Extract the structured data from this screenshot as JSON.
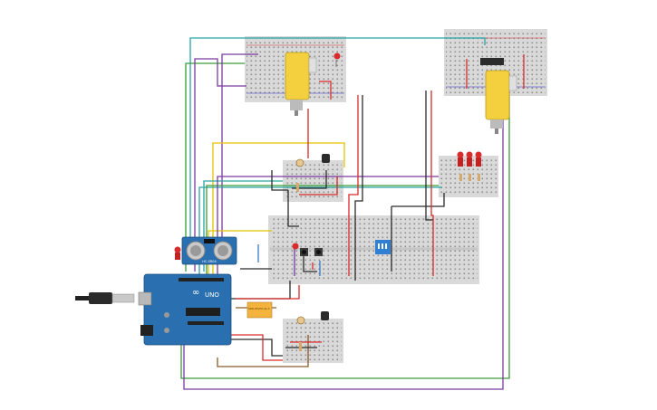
{
  "canvas": {
    "background": "#ffffff"
  },
  "arduino": {
    "brand": "UNO",
    "logo": "∞",
    "board_color": "#2a6fb0"
  },
  "relay": {
    "text": "SRD-05VDC-SL-C",
    "color": "#f3b33d"
  },
  "ultrasonic": {
    "label": "HC-SR04"
  },
  "colors": {
    "breadboard": "#d6d6d6",
    "hole": "#8a8a8a",
    "motor_yellow": "#f4d03f",
    "wire_red": "#d92b2b",
    "wire_black": "#2b2b2b",
    "wire_green": "#3a9d3a",
    "wire_yellow": "#e5c300",
    "wire_purple": "#7a3aa0",
    "wire_teal": "#2aa3a3",
    "wire_blue": "#3a78c9",
    "wire_brown": "#8a5a2b",
    "dip_switch": "#2f7fd4"
  }
}
